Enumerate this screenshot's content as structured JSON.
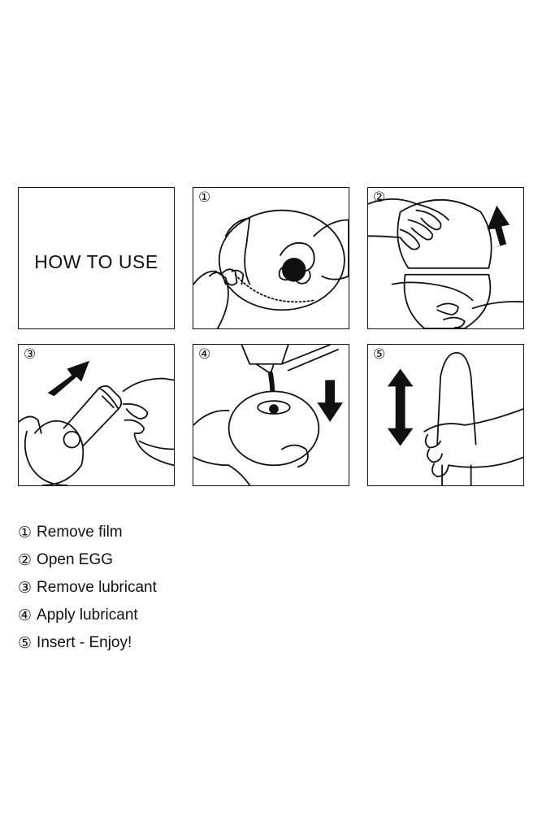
{
  "title_panel": {
    "text": "HOW TO USE"
  },
  "panels": [
    {
      "marker": "①",
      "illustration": "remove-film"
    },
    {
      "marker": "②",
      "illustration": "open-egg"
    },
    {
      "marker": "③",
      "illustration": "remove-lubricant"
    },
    {
      "marker": "④",
      "illustration": "apply-lubricant"
    },
    {
      "marker": "⑤",
      "illustration": "insert"
    }
  ],
  "steps": [
    {
      "marker": "①",
      "text": "Remove film"
    },
    {
      "marker": "②",
      "text": "Open EGG"
    },
    {
      "marker": "③",
      "text": "Remove lubricant"
    },
    {
      "marker": "④",
      "text": "Apply lubricant"
    },
    {
      "marker": "⑤",
      "text": "Insert - Enjoy!"
    }
  ],
  "colors": {
    "ink": "#111111",
    "paper": "#ffffff"
  }
}
